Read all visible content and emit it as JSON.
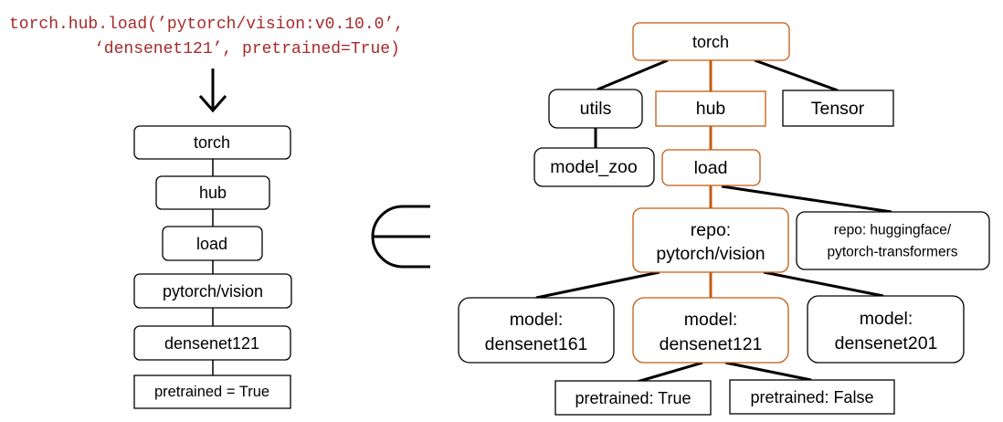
{
  "code_snippet": {
    "line1": "torch.hub.load(’pytorch/vision:v0.10.0’,",
    "line2": "‘densenet121’, pretrained=True)"
  },
  "left_chain": [
    "torch",
    "hub",
    "load",
    "pytorch/vision",
    "densenet121",
    "pretrained = True"
  ],
  "element_of_symbol": "∈",
  "tree": {
    "torch": "torch",
    "utils": "utils",
    "hub": "hub",
    "tensor": "Tensor",
    "model_zoo": "model_zoo",
    "load": "load",
    "repo_vision": [
      "repo:",
      "pytorch/vision"
    ],
    "repo_hf": [
      "repo: huggingface/",
      "pytorch-transformers"
    ],
    "model_161": [
      "model:",
      "densenet161"
    ],
    "model_121": [
      "model:",
      "densenet121"
    ],
    "model_201": [
      "model:",
      "densenet201"
    ],
    "pretrained_true": "pretrained: True",
    "pretrained_false": "pretrained: False"
  },
  "colors": {
    "highlight": "#c55a11",
    "code_text": "#a52a2a",
    "box_border": "#000000"
  }
}
